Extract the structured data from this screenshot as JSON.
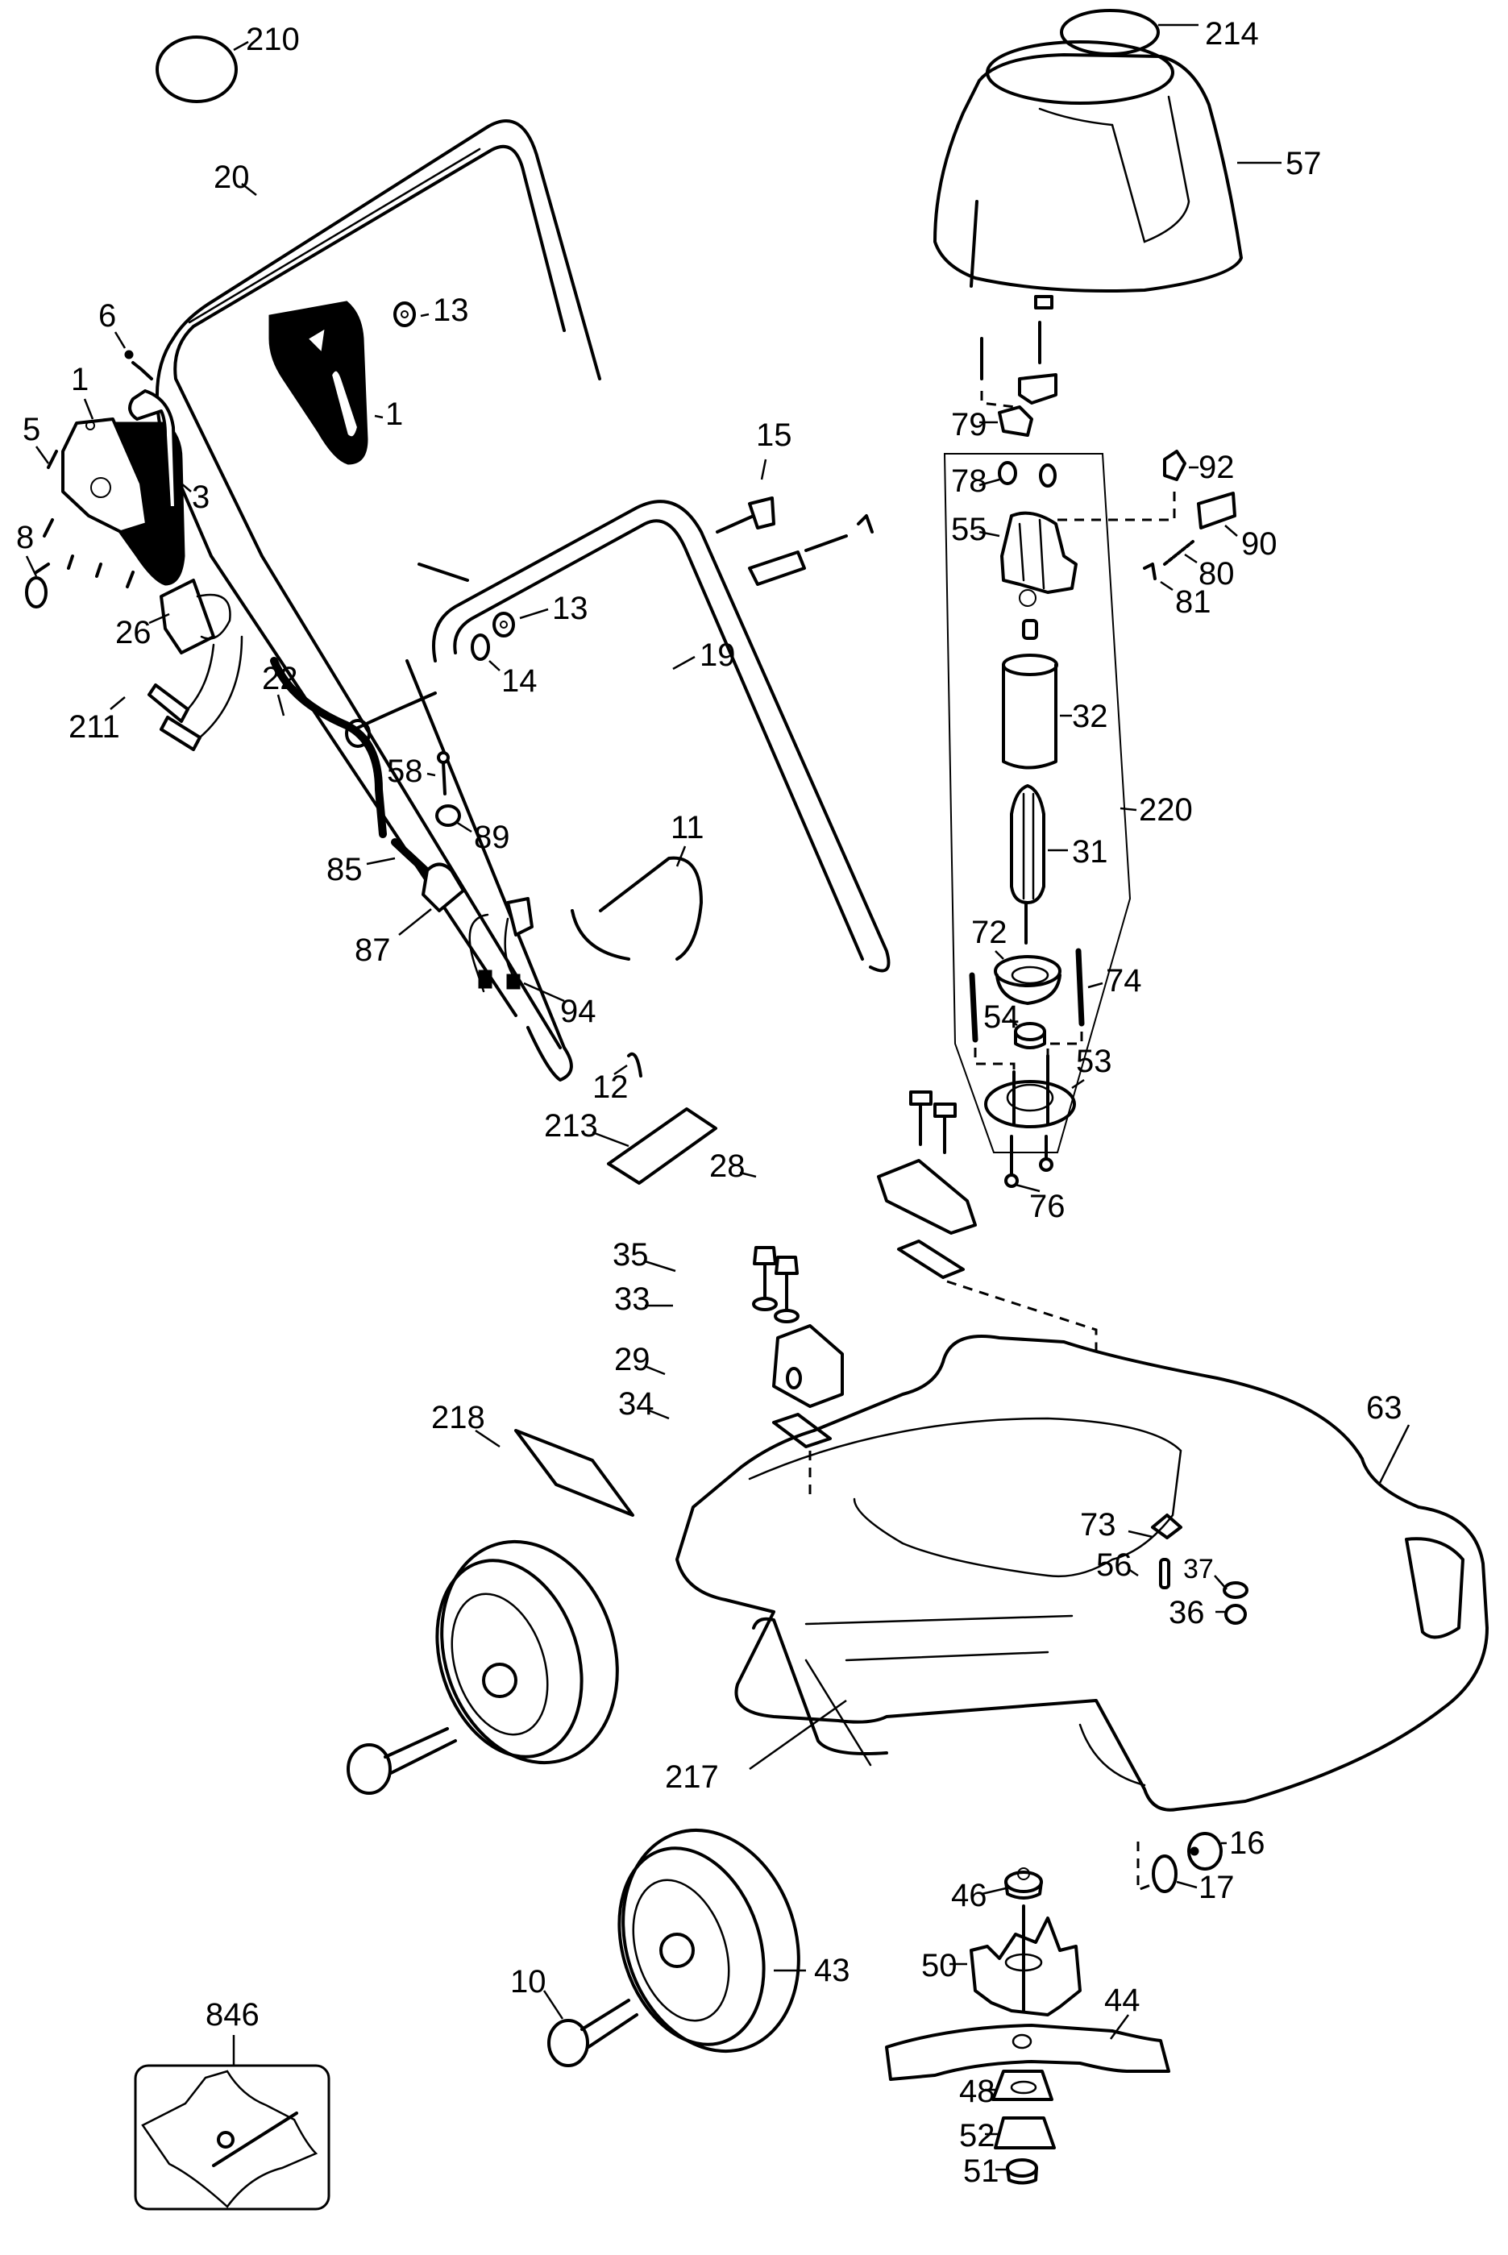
{
  "diagram": {
    "type": "exploded parts diagram",
    "subject": "electric rotary lawn mower",
    "callouts": [
      {
        "id": "210",
        "part": "label disc"
      },
      {
        "id": "20",
        "part": "upper handle"
      },
      {
        "id": "13a",
        "label": "13",
        "part": "handle knob nut (upper)"
      },
      {
        "id": "1a",
        "label": "1",
        "part": "switch housing half (right)"
      },
      {
        "id": "6",
        "part": "screw"
      },
      {
        "id": "1b",
        "label": "1",
        "part": "switch housing half (left)"
      },
      {
        "id": "5",
        "part": "screw"
      },
      {
        "id": "3",
        "part": "switch lever"
      },
      {
        "id": "8",
        "part": "screw"
      },
      {
        "id": "26",
        "part": "switch"
      },
      {
        "id": "15",
        "part": "screw"
      },
      {
        "id": "13b",
        "label": "13",
        "part": "handle knob nut (lower)"
      },
      {
        "id": "14",
        "part": "washer"
      },
      {
        "id": "19",
        "part": "lower handle"
      },
      {
        "id": "211",
        "part": "terminal"
      },
      {
        "id": "22",
        "part": "cable strain relief"
      },
      {
        "id": "58",
        "part": "screw"
      },
      {
        "id": "89",
        "part": "clamp"
      },
      {
        "id": "85",
        "part": "cable"
      },
      {
        "id": "11",
        "part": "cable hook"
      },
      {
        "id": "87",
        "part": "cable clamp"
      },
      {
        "id": "94",
        "part": "connector"
      },
      {
        "id": "12",
        "part": "clip"
      },
      {
        "id": "213",
        "part": "label plate"
      },
      {
        "id": "28",
        "part": "handle bracket (right)"
      },
      {
        "id": "35",
        "part": "bolt"
      },
      {
        "id": "33",
        "part": "washer"
      },
      {
        "id": "29",
        "part": "handle bracket (left)"
      },
      {
        "id": "34",
        "part": "plate"
      },
      {
        "id": "218",
        "part": "label"
      },
      {
        "id": "214",
        "part": "top label"
      },
      {
        "id": "57",
        "part": "motor cover"
      },
      {
        "id": "79",
        "part": "cord clip"
      },
      {
        "id": "78",
        "part": "bushing"
      },
      {
        "id": "92",
        "part": "brush cap"
      },
      {
        "id": "55",
        "part": "brush holder end cap"
      },
      {
        "id": "90",
        "part": "carbon brush"
      },
      {
        "id": "80",
        "part": "spring"
      },
      {
        "id": "81",
        "part": "screw"
      },
      {
        "id": "32",
        "part": "field / stator"
      },
      {
        "id": "220",
        "part": "motor assembly"
      },
      {
        "id": "31",
        "part": "armature"
      },
      {
        "id": "72",
        "part": "bearing housing"
      },
      {
        "id": "74",
        "part": "through bolt"
      },
      {
        "id": "54",
        "part": "bearing"
      },
      {
        "id": "53",
        "part": "motor flange"
      },
      {
        "id": "76",
        "part": "screw"
      },
      {
        "id": "63",
        "part": "deck"
      },
      {
        "id": "73",
        "part": "washer"
      },
      {
        "id": "56",
        "part": "screw"
      },
      {
        "id": "37",
        "part": "lock washer"
      },
      {
        "id": "36",
        "part": "nut"
      },
      {
        "id": "217",
        "part": "rear flap / grass chute"
      },
      {
        "id": "16",
        "part": "nut"
      },
      {
        "id": "17",
        "part": "washer"
      },
      {
        "id": "46",
        "part": "spacer"
      },
      {
        "id": "43",
        "part": "wheel"
      },
      {
        "id": "10",
        "part": "wheel bolt"
      },
      {
        "id": "50",
        "part": "fan"
      },
      {
        "id": "44",
        "part": "blade"
      },
      {
        "id": "48",
        "part": "blade adaptor"
      },
      {
        "id": "52",
        "part": "blade washer"
      },
      {
        "id": "51",
        "part": "blade nut"
      },
      {
        "id": "846",
        "part": "parts bag"
      }
    ]
  }
}
